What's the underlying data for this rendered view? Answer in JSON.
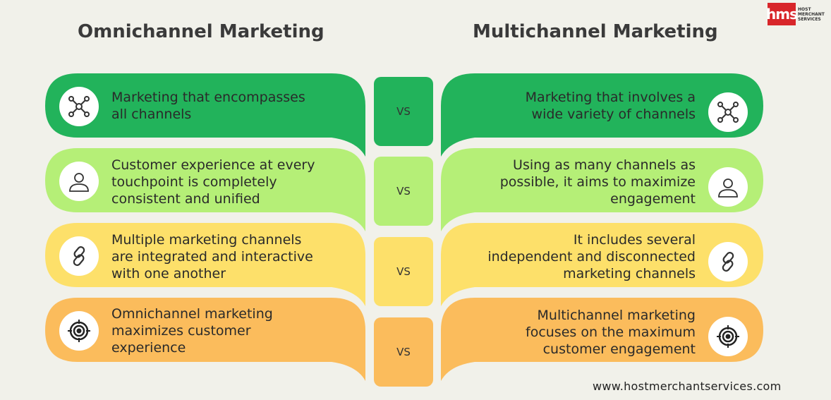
{
  "header": {
    "left_title": "Omnichannel Marketing",
    "right_title": "Multichannel Marketing",
    "logo_mark": "hms",
    "logo_text": "HOST MERCHANT SERVICES"
  },
  "colors": {
    "background": "#f1f1ea",
    "row1": "#22b35b",
    "row2": "#b5ef77",
    "row3": "#fde06a",
    "row4": "#fbbc5c",
    "logo": "#d8262a"
  },
  "rows": [
    {
      "icon": "network-icon",
      "omni": "Marketing that encompasses all channels",
      "omni_lines": [
        "Marketing that encompasses",
        "all channels"
      ],
      "vs": "VS",
      "multi": "Marketing that involves a wide variety of channels",
      "multi_lines": [
        "Marketing that involves a",
        "wide variety of channels"
      ]
    },
    {
      "icon": "user-icon",
      "omni": "Customer experience at every touchpoint is completely consistent and unified",
      "omni_lines": [
        "Customer experience at every",
        "touchpoint is completely",
        "consistent and unified"
      ],
      "vs": "VS",
      "multi": "Using as many channels as possible, it aims to maximize engagement",
      "multi_lines": [
        "Using as many channels as",
        "possible, it aims to maximize",
        "engagement"
      ]
    },
    {
      "icon": "chain-link-icon",
      "omni": "Multiple marketing channels are integrated and interactive with one another",
      "omni_lines": [
        "Multiple marketing channels",
        "are integrated and interactive",
        "with one another"
      ],
      "vs": "VS",
      "multi": "It includes several independent and disconnected marketing channels",
      "multi_lines": [
        "It includes several",
        "independent and disconnected",
        "marketing channels"
      ]
    },
    {
      "icon": "target-icon",
      "omni": "Omnichannel marketing maximizes customer experience",
      "omni_lines": [
        "Omnichannel marketing",
        "maximizes customer",
        "experience"
      ],
      "vs": "VS",
      "multi": "Multichannel marketing focuses on the maximum customer engagement",
      "multi_lines": [
        "Multichannel marketing",
        "focuses on the maximum",
        "customer engagement"
      ]
    }
  ],
  "footer": {
    "url": "www.hostmerchantservices.com"
  }
}
